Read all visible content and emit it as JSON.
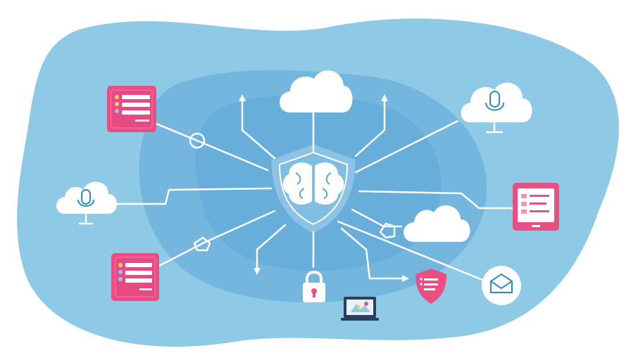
{
  "colors": {
    "background": "#ffffff",
    "outer_blob": "#8ec9e6",
    "inner_blob": "#6fb3dc",
    "core_blob": "#5aa5d6",
    "line": "#ffffff",
    "accent_pink": "#ea4f84",
    "accent_pink_dark": "#d63d73",
    "cloud": "#ffffff",
    "icon_stroke": "#2e8bc4"
  },
  "diagram": {
    "hub": {
      "icon": "shield-brain-icon"
    },
    "nodes": [
      {
        "id": "server-top-left",
        "icon": "server-panel-icon"
      },
      {
        "id": "server-bottom-left",
        "icon": "server-panel-icon"
      },
      {
        "id": "cloud-left",
        "icon": "cloud-microphone-icon"
      },
      {
        "id": "cloud-top",
        "icon": "cloud-icon"
      },
      {
        "id": "cloud-top-right",
        "icon": "cloud-microphone-icon"
      },
      {
        "id": "document-right",
        "icon": "document-panel-icon"
      },
      {
        "id": "cloud-mid-right",
        "icon": "cloud-icon"
      },
      {
        "id": "mail-bottom-right",
        "icon": "mail-icon"
      },
      {
        "id": "shield-bottom",
        "icon": "shield-doc-icon"
      },
      {
        "id": "laptop-bottom",
        "icon": "laptop-icon"
      },
      {
        "id": "lock-bottom",
        "icon": "padlock-icon"
      }
    ]
  }
}
